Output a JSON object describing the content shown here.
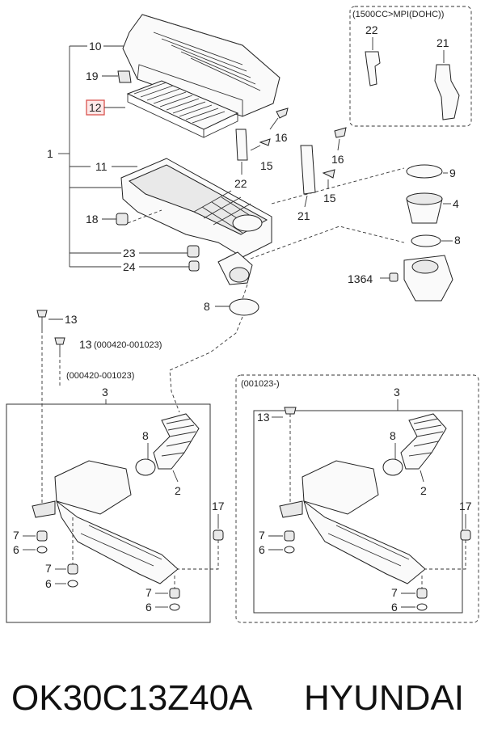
{
  "labels": {
    "n10": "10",
    "n19": "19",
    "n12": "12",
    "n1": "1",
    "n11": "11",
    "n18": "18",
    "n23": "23",
    "n24": "24",
    "n16a": "16",
    "n15a": "15",
    "n22a": "22",
    "n16b": "16",
    "n15b": "15",
    "n21a": "21",
    "n22b": "22",
    "n21b": "21",
    "n9": "9",
    "n4": "4",
    "n8a": "8",
    "n1364": "1364",
    "n8b": "8",
    "n13a": "13",
    "n13b": "13",
    "n3a": "3",
    "n8c": "8",
    "n2a": "2",
    "n17a": "17",
    "n7a": "7",
    "n6a": "6",
    "n7b": "7",
    "n6b": "6",
    "n7c": "7",
    "n6c": "6",
    "n3b": "3",
    "n13c": "13",
    "n8d": "8",
    "n2b": "2",
    "n17b": "17",
    "n7d": "7",
    "n6d": "6",
    "n7e": "7",
    "n6e": "6"
  },
  "notes": {
    "top_right_box": "(1500CC>MPI(DOHC))",
    "bolt_range": "(000420-001023)",
    "left_box": "(000420-001023)",
    "right_box": "(001023-)"
  },
  "footer": {
    "part_number": "OK30C13Z40A",
    "brand": "HYUNDAI"
  },
  "colors": {
    "highlight": "#d9534f"
  }
}
